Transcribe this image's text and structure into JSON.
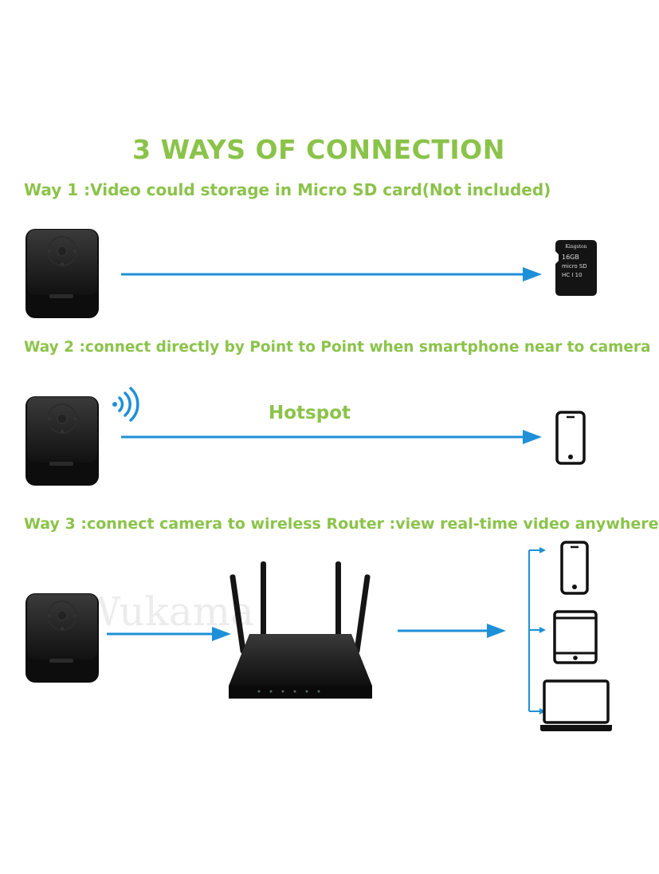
{
  "title": "3 WAYS OF CONNECTION",
  "ways": [
    {
      "label": "Way 1 :Video could storage in Micro SD card(Not included)"
    },
    {
      "label": "Way 2 :connect directly by Point to Point when smartphone near to camera",
      "link_label": "Hotspot"
    },
    {
      "label": "Way 3 :connect camera to wireless Router :view real-time video anywhere"
    }
  ],
  "sd_card": {
    "brand": "Kingston",
    "capacity": "16GB",
    "logo": "micro SD",
    "class": "HC I 10"
  },
  "watermark": "Wukama",
  "colors": {
    "heading": "#8bc34a",
    "arrow": "#1e90d8",
    "device": "#161616"
  },
  "icons": [
    "camera-icon",
    "sd-card-icon",
    "wifi-signal-icon",
    "smartphone-icon",
    "router-icon",
    "tablet-icon",
    "laptop-icon"
  ]
}
